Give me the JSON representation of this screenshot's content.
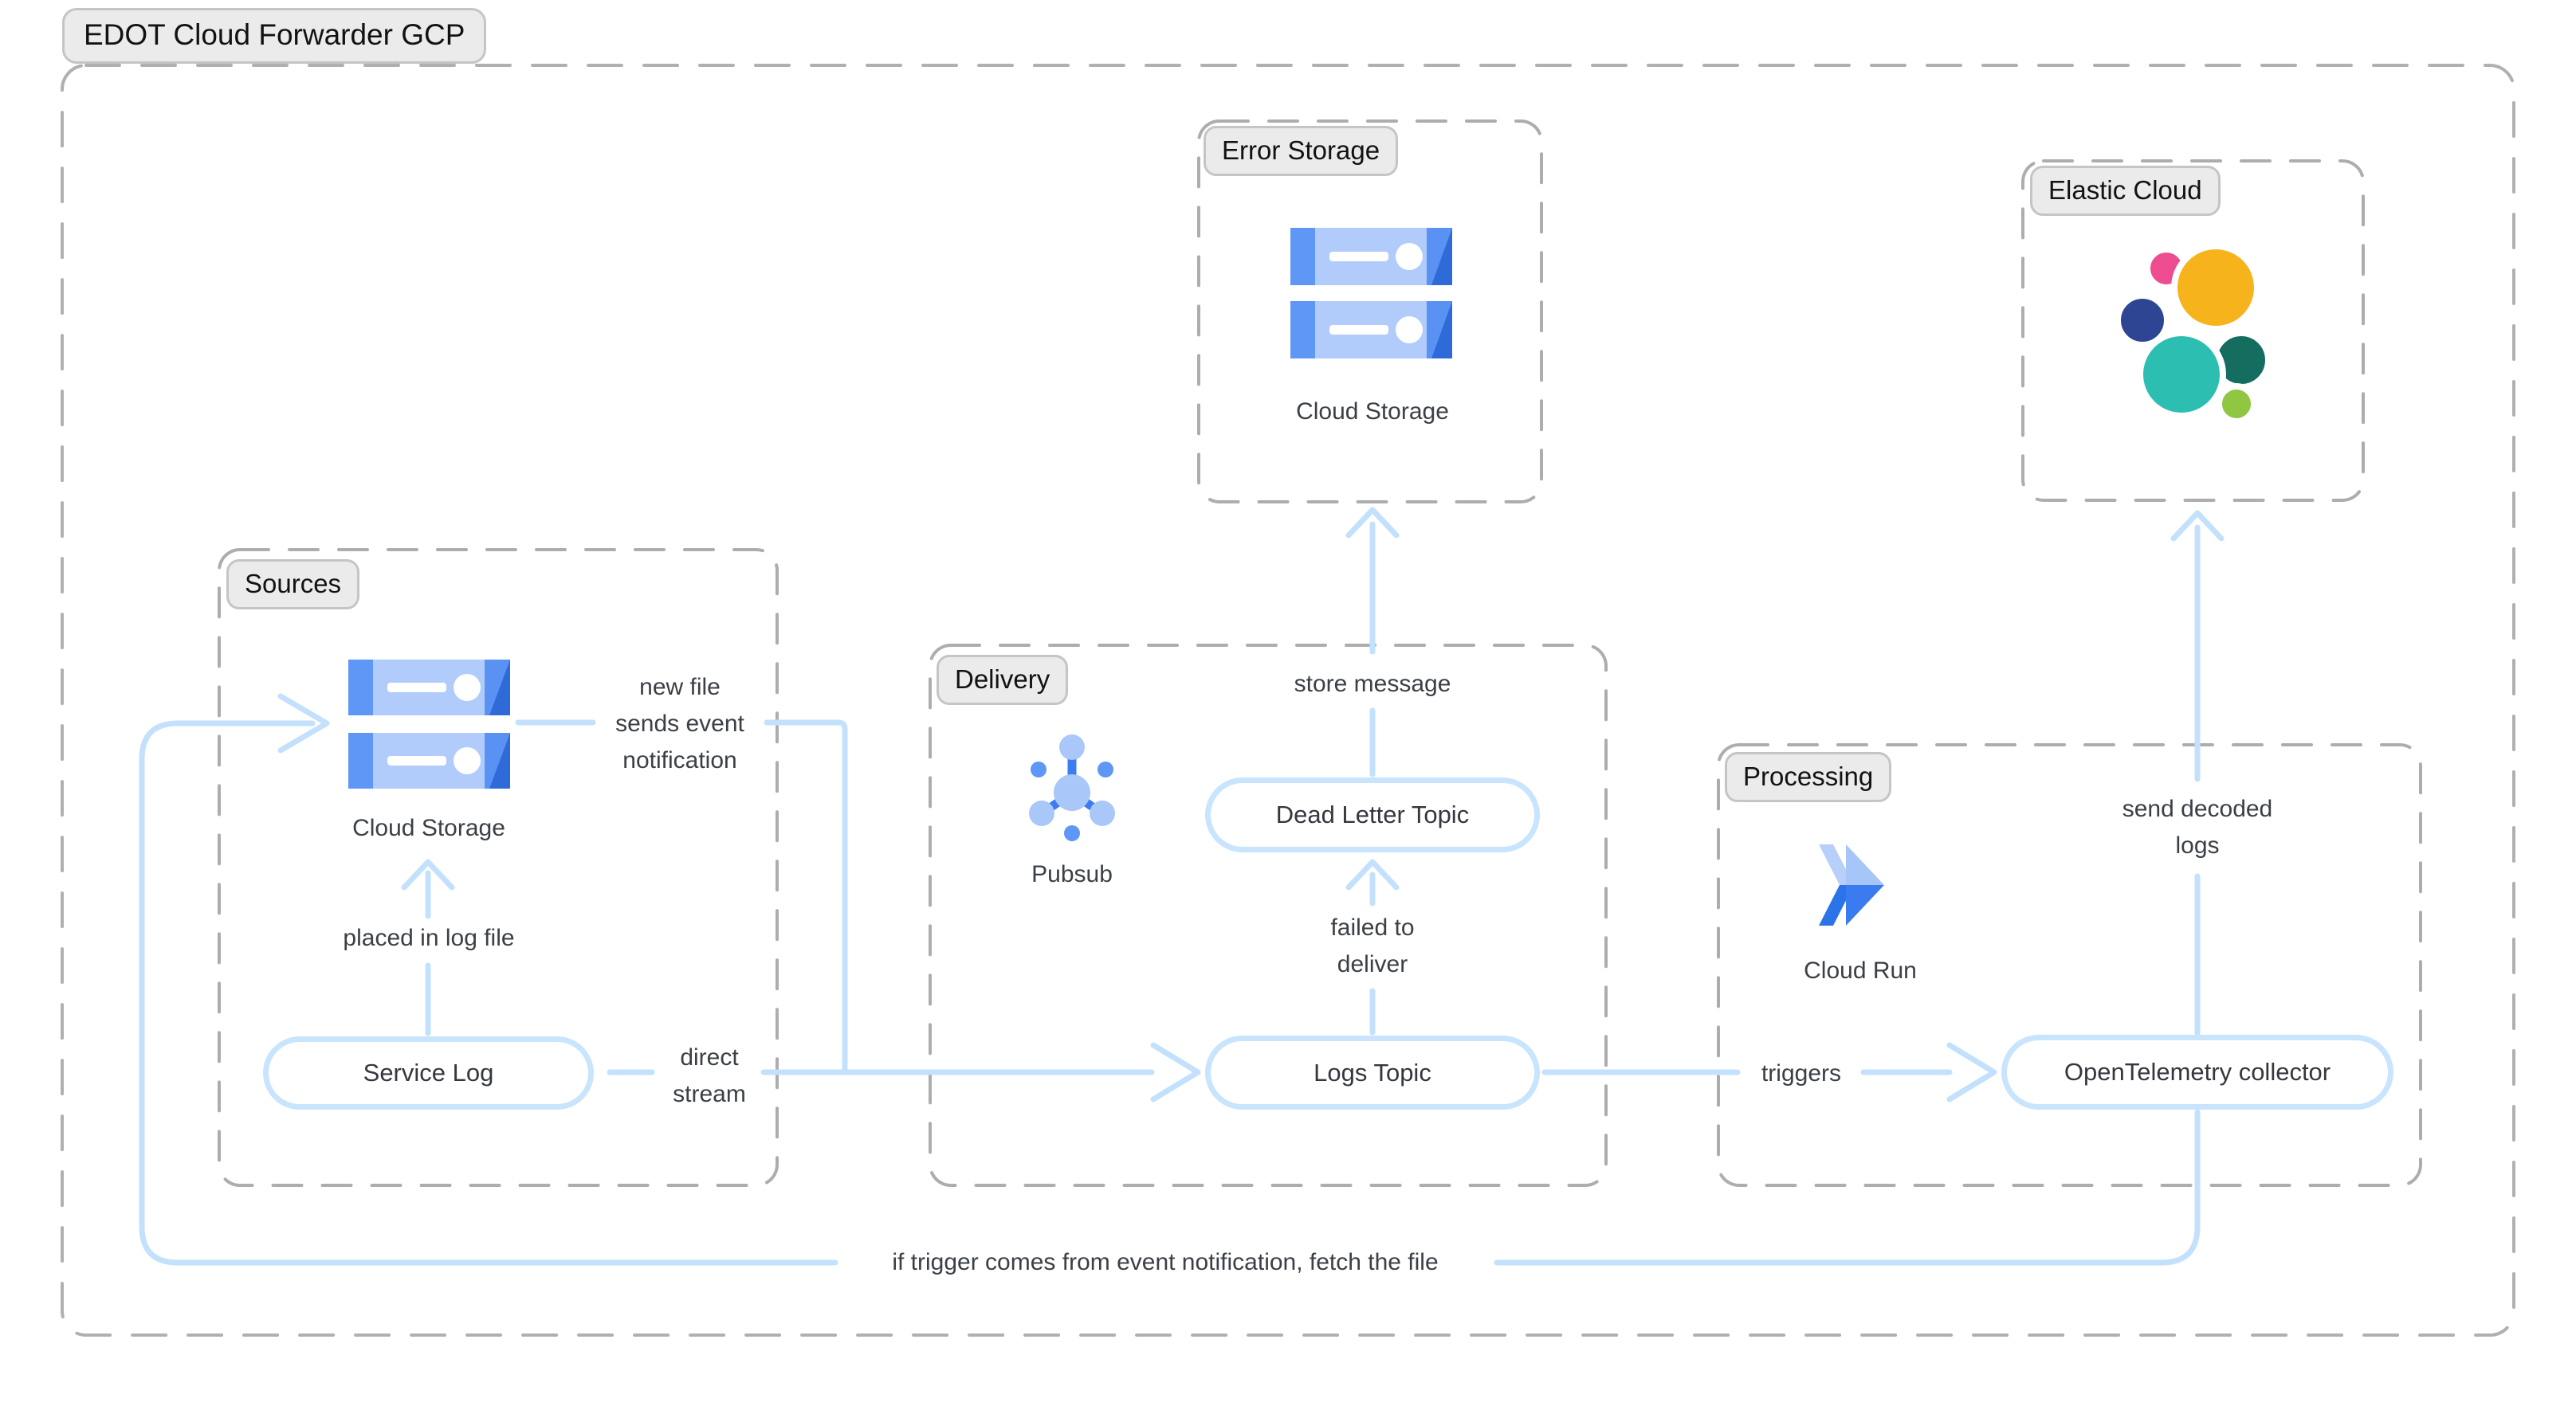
{
  "title": "EDOT Cloud Forwarder GCP",
  "groups": {
    "sources": {
      "label": "Sources"
    },
    "delivery": {
      "label": "Delivery"
    },
    "error_storage": {
      "label": "Error Storage"
    },
    "processing": {
      "label": "Processing"
    },
    "elastic_cloud": {
      "label": "Elastic Cloud"
    }
  },
  "nodes": {
    "service_log": {
      "label": "Service Log"
    },
    "logs_topic": {
      "label": "Logs Topic"
    },
    "dead_letter_topic": {
      "label": "Dead Letter Topic"
    },
    "otel_collector": {
      "label": "OpenTelemetry collector"
    }
  },
  "icons": {
    "cloud_storage_sources": {
      "label": "Cloud Storage"
    },
    "cloud_storage_error": {
      "label": "Cloud Storage"
    },
    "pubsub": {
      "label": "Pubsub"
    },
    "cloud_run": {
      "label": "Cloud Run"
    },
    "elastic_logo": {
      "label": ""
    }
  },
  "edge_labels": {
    "new_file": "new file\nsends event\nnotification",
    "placed_in_log": "placed in log file",
    "direct_stream": "direct\nstream",
    "store_message": "store message",
    "failed_to_deliver": "failed to\ndeliver",
    "triggers": "triggers",
    "send_decoded_logs": "send decoded\nlogs",
    "fetch_file": "if trigger comes from event notification, fetch the file"
  },
  "colors": {
    "connector_blue": "#c3e1fc",
    "node_border_blue": "#c9e4fd",
    "dashed_gray": "#b0b0b0",
    "label_text": "#3b4046",
    "pill_bg": "#ebebeb",
    "pill_border": "#c5c5c5",
    "gcp_light_blue": "#b1ccfa",
    "gcp_mid_blue": "#5e97f6",
    "gcp_dark_blue": "#2f6bd8",
    "elastic_yellow": "#f6b31b",
    "elastic_pink": "#ee4c90",
    "elastic_navy": "#2e4593",
    "elastic_teal": "#2cbfb1",
    "elastic_dark_green": "#156d5f",
    "elastic_lime": "#8fc742"
  }
}
